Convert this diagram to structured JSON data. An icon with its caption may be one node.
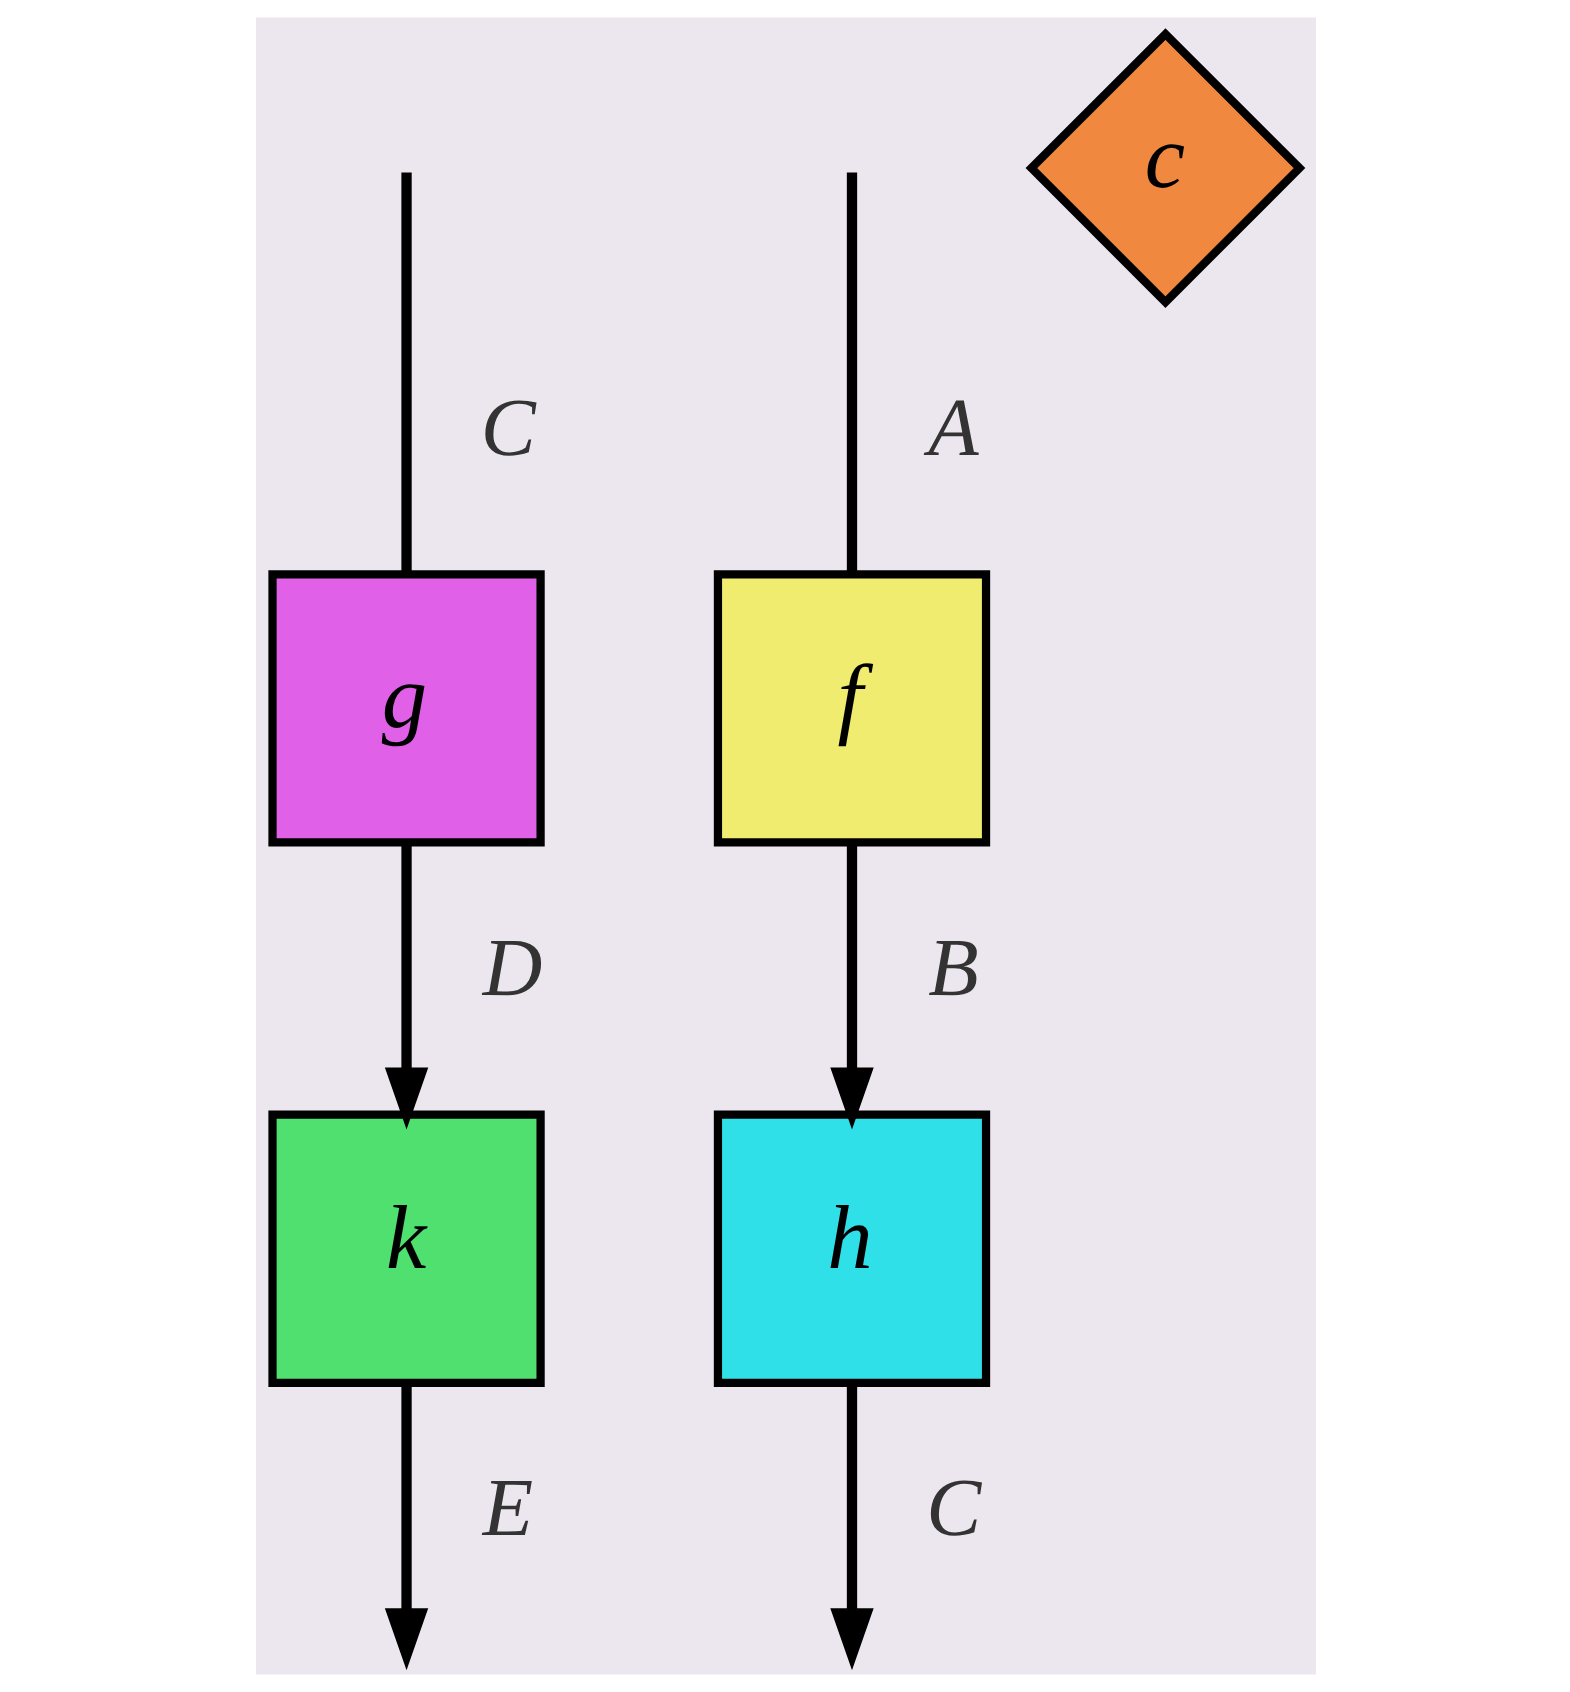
{
  "diagram": {
    "nodes": [
      {
        "text": [
          "g"
        ]
      },
      {
        "text": [
          "h"
        ]
      },
      {
        "text": [
          "f"
        ]
      },
      {
        "text": [
          "c"
        ]
      },
      {
        "text": [
          "k"
        ]
      }
    ],
    "edges": [
      {
        "from": null,
        "to": 0,
        "arrow": "none",
        "label": "C"
      },
      {
        "from": 0,
        "to": 4,
        "arrow": "to",
        "label": "D"
      },
      {
        "from": 2,
        "to": 1,
        "arrow": "to",
        "label": "B"
      },
      {
        "from": null,
        "to": 2,
        "arrow": "none",
        "label": "A"
      },
      {
        "from": 1,
        "to": null,
        "arrow": "to",
        "label": "C"
      },
      {
        "from": 4,
        "to": null,
        "arrow": "to",
        "label": "E"
      }
    ]
  }
}
